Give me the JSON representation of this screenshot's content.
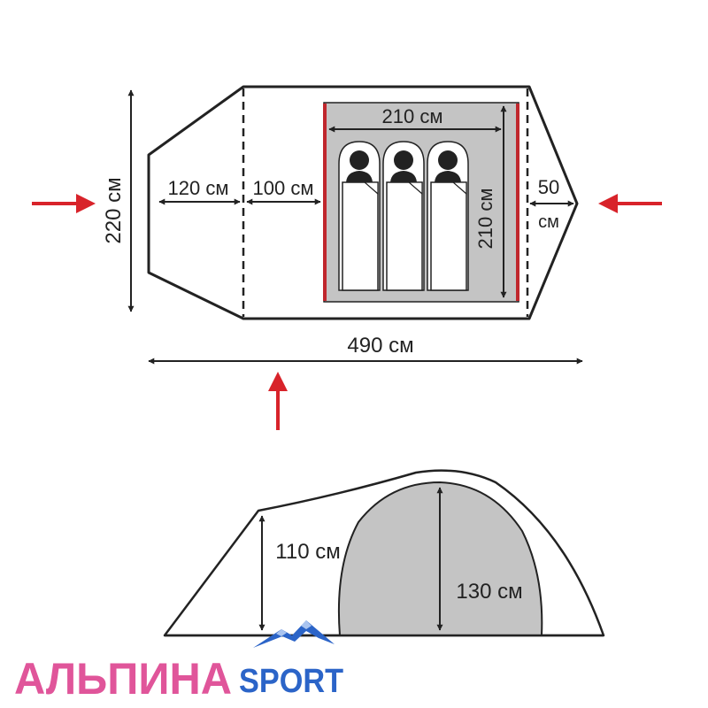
{
  "colors": {
    "outline": "#222222",
    "inner_fill": "#c4c4c4",
    "inner_border": "#c0272d",
    "arrow": "#d8232a",
    "logo_pink": "#e0559a",
    "logo_blue": "#2b64c8"
  },
  "plan": {
    "inner_width": "210 см",
    "inner_length": "210 см",
    "total_width": "220 см",
    "front_vestibule": "120 см",
    "middle_vestibule": "100 см",
    "rear_vestibule_value": "50",
    "rear_vestibule_unit": "см",
    "total_length": "490 см",
    "sleeper_count": 3
  },
  "elevation": {
    "vestibule_height": "110 см",
    "inner_height": "130 см"
  },
  "logo": {
    "word_main": "АЛЬПИНА",
    "word_sport": "SPORT"
  }
}
